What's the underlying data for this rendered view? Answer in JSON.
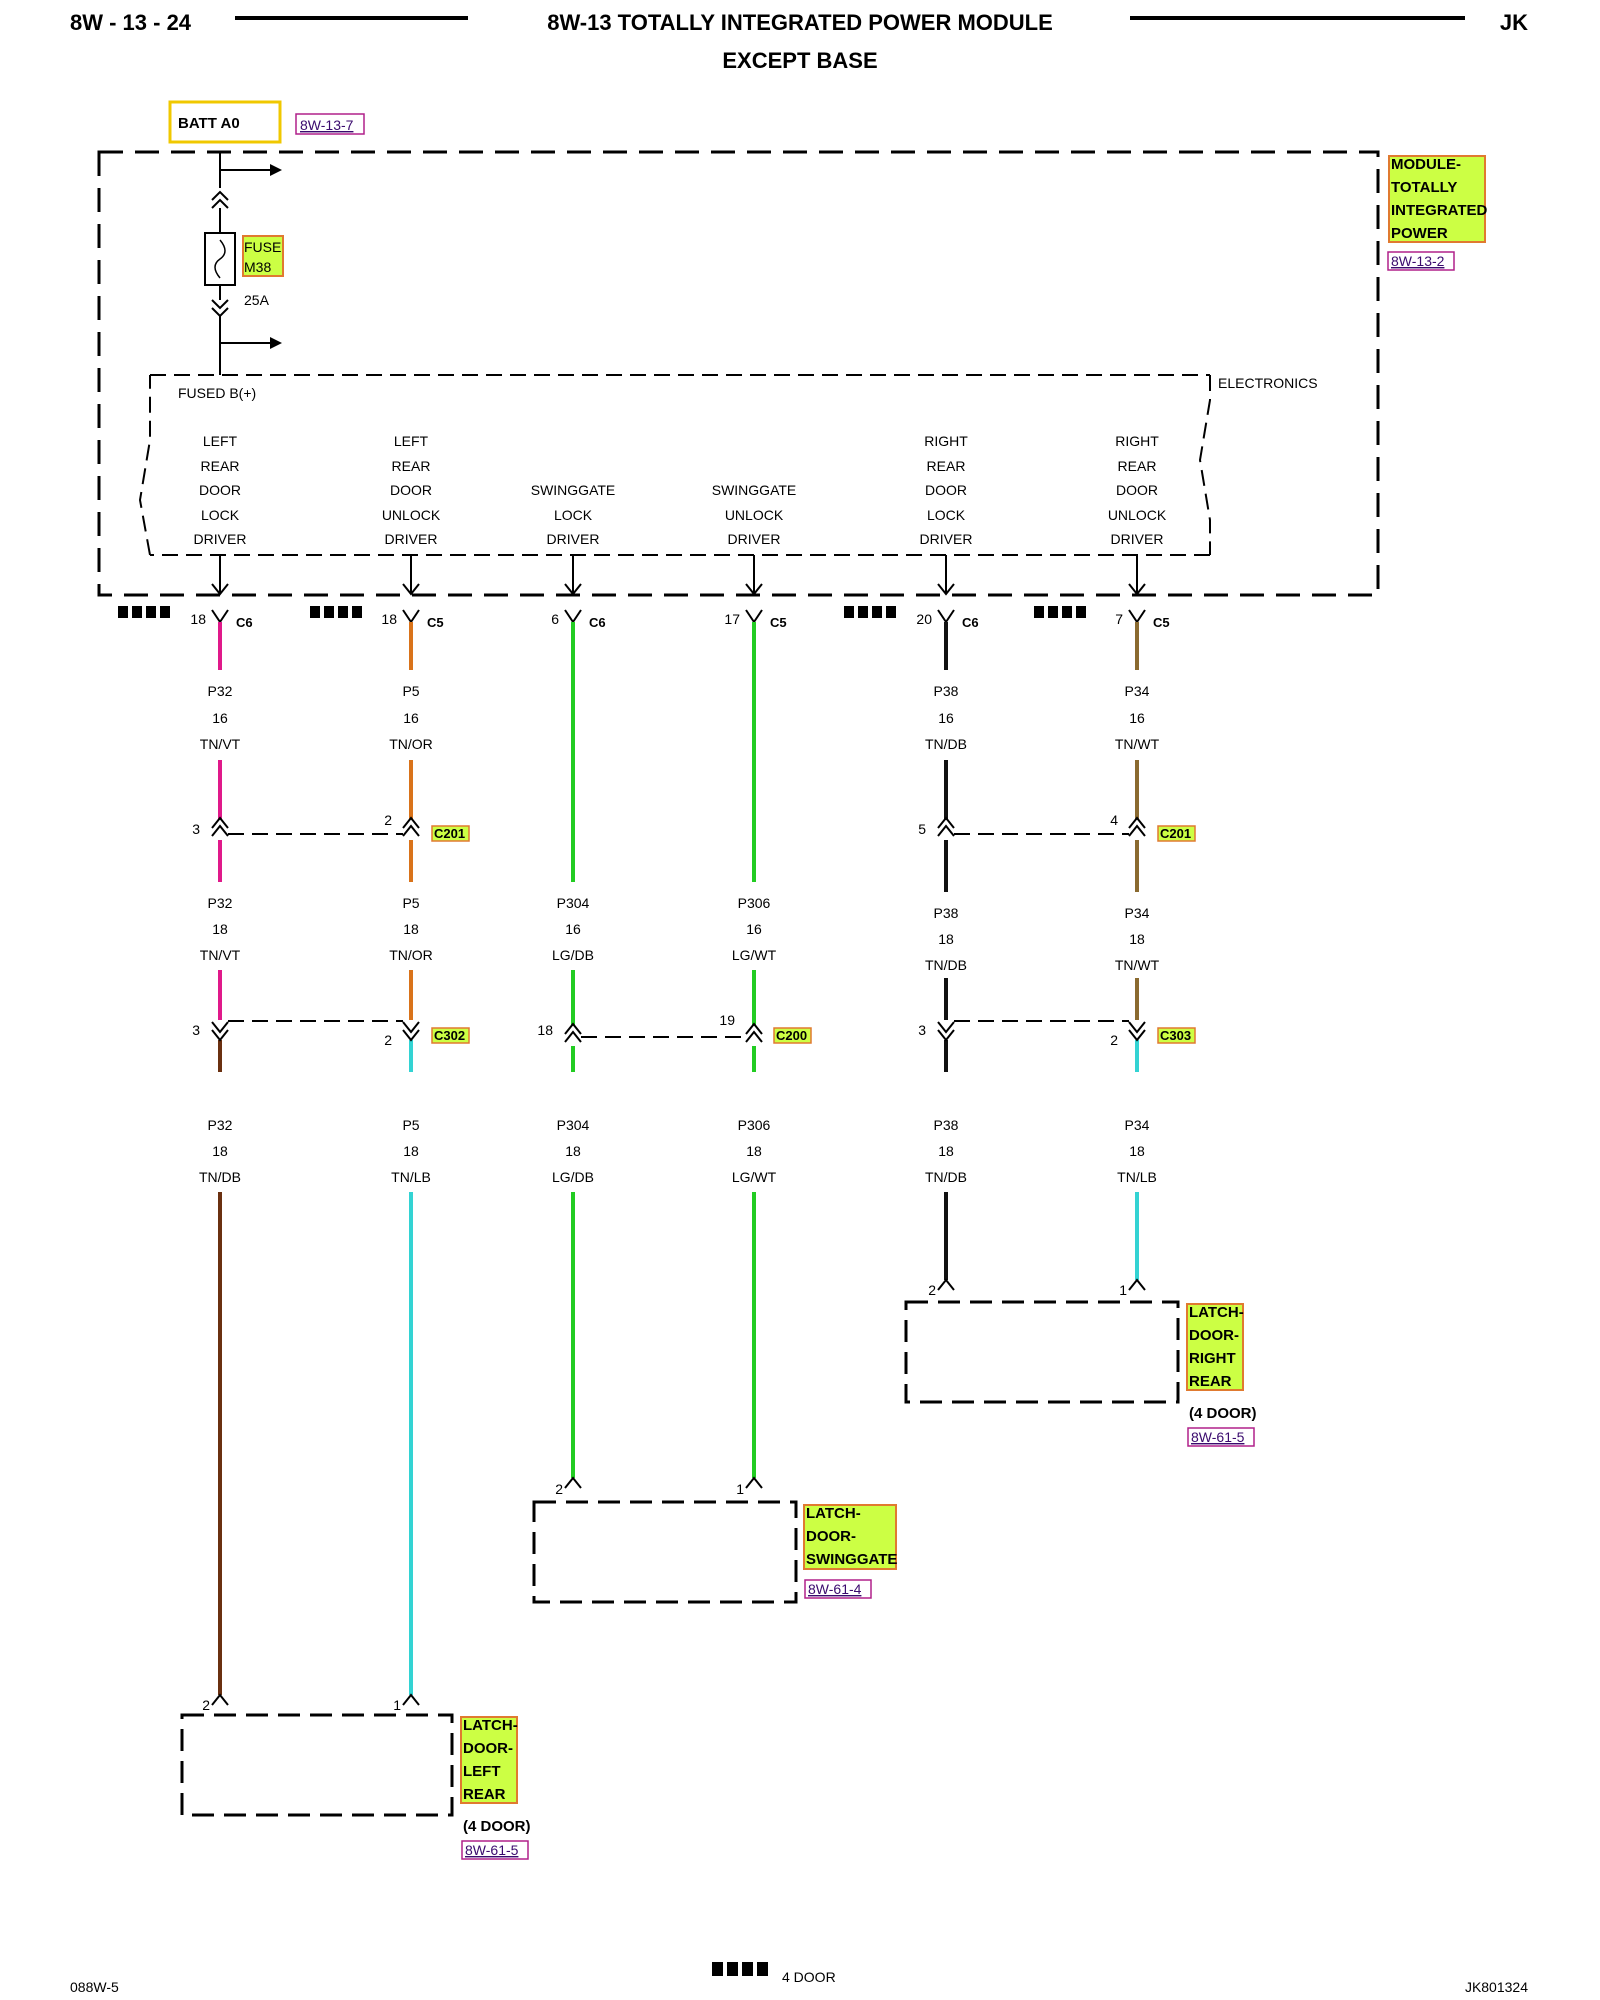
{
  "header": {
    "page_id": "8W - 13 - 24",
    "title": "8W-13 TOTALLY INTEGRATED POWER MODULE",
    "subtitle": "EXCEPT BASE",
    "model": "JK"
  },
  "supply": {
    "source": "BATT A0",
    "source_ref": "8W-13-7",
    "fuse_label": "FUSE",
    "fuse_id": "M38",
    "fuse_rating": "25A",
    "fused_label": "FUSED B(+)",
    "electronics_label": "ELECTRONICS"
  },
  "module": {
    "name_lines": [
      "MODULE-",
      "TOTALLY",
      "INTEGRATED",
      "POWER"
    ],
    "ref": "8W-13-2"
  },
  "drivers": [
    {
      "lines": [
        "LEFT",
        "REAR",
        "DOOR",
        "LOCK",
        "DRIVER"
      ],
      "pin": "18",
      "conn": "C6"
    },
    {
      "lines": [
        "LEFT",
        "REAR",
        "DOOR",
        "UNLOCK",
        "DRIVER"
      ],
      "pin": "18",
      "conn": "C5"
    },
    {
      "lines": [
        "SWINGGATE",
        "LOCK",
        "DRIVER"
      ],
      "pin": "6",
      "conn": "C6"
    },
    {
      "lines": [
        "SWINGGATE",
        "UNLOCK",
        "DRIVER"
      ],
      "pin": "17",
      "conn": "C5"
    },
    {
      "lines": [
        "RIGHT",
        "REAR",
        "DOOR",
        "LOCK",
        "DRIVER"
      ],
      "pin": "20",
      "conn": "C6"
    },
    {
      "lines": [
        "RIGHT",
        "REAR",
        "DOOR",
        "UNLOCK",
        "DRIVER"
      ],
      "pin": "7",
      "conn": "C5"
    }
  ],
  "wires_seg1": [
    {
      "circuit": "P32",
      "gauge": "16",
      "color": "TN/VT"
    },
    {
      "circuit": "P5",
      "gauge": "16",
      "color": "TN/OR"
    },
    {
      "circuit": "P38",
      "gauge": "16",
      "color": "TN/DB"
    },
    {
      "circuit": "P34",
      "gauge": "16",
      "color": "TN/WT"
    }
  ],
  "c201": {
    "name": "C201",
    "pins": [
      "3",
      "2",
      "5",
      "4"
    ]
  },
  "wires_seg2": [
    {
      "circuit": "P32",
      "gauge": "18",
      "color": "TN/VT"
    },
    {
      "circuit": "P5",
      "gauge": "18",
      "color": "TN/OR"
    },
    {
      "circuit": "P304",
      "gauge": "16",
      "color": "LG/DB"
    },
    {
      "circuit": "P306",
      "gauge": "16",
      "color": "LG/WT"
    },
    {
      "circuit": "P38",
      "gauge": "18",
      "color": "TN/DB"
    },
    {
      "circuit": "P34",
      "gauge": "18",
      "color": "TN/WT"
    }
  ],
  "c302": {
    "name": "C302",
    "pins": [
      "3",
      "2"
    ]
  },
  "c200": {
    "name": "C200",
    "pins": [
      "18",
      "19"
    ]
  },
  "c303": {
    "name": "C303",
    "pins": [
      "3",
      "2"
    ]
  },
  "wires_seg3": [
    {
      "circuit": "P32",
      "gauge": "18",
      "color": "TN/DB"
    },
    {
      "circuit": "P5",
      "gauge": "18",
      "color": "TN/LB"
    },
    {
      "circuit": "P304",
      "gauge": "18",
      "color": "LG/DB"
    },
    {
      "circuit": "P306",
      "gauge": "18",
      "color": "LG/WT"
    },
    {
      "circuit": "P38",
      "gauge": "18",
      "color": "TN/DB"
    },
    {
      "circuit": "P34",
      "gauge": "18",
      "color": "TN/LB"
    }
  ],
  "latch_right": {
    "lines": [
      "LATCH-",
      "DOOR-",
      "RIGHT",
      "REAR"
    ],
    "note": "(4 DOOR)",
    "ref": "8W-61-5",
    "pins": [
      "2",
      "1"
    ]
  },
  "latch_swing": {
    "lines": [
      "LATCH-",
      "DOOR-",
      "SWINGGATE"
    ],
    "ref": "8W-61-4",
    "pins": [
      "2",
      "1"
    ]
  },
  "latch_left": {
    "lines": [
      "LATCH-",
      "DOOR-",
      "LEFT",
      "REAR"
    ],
    "note": "(4 DOOR)",
    "ref": "8W-61-5",
    "pins": [
      "2",
      "1"
    ]
  },
  "footer": {
    "left": "088W-5",
    "legend": "4 DOOR",
    "right": "JK801324"
  },
  "colors": {
    "violet": "#e0198a",
    "orange": "#d9731a",
    "green": "#22cc22",
    "tan": "#8a6a30",
    "black": "#111111",
    "lightblue": "#33d3d3",
    "tag_fill": "#ccff44",
    "tag_border": "#e07a30",
    "source_border": "#f0c800"
  }
}
